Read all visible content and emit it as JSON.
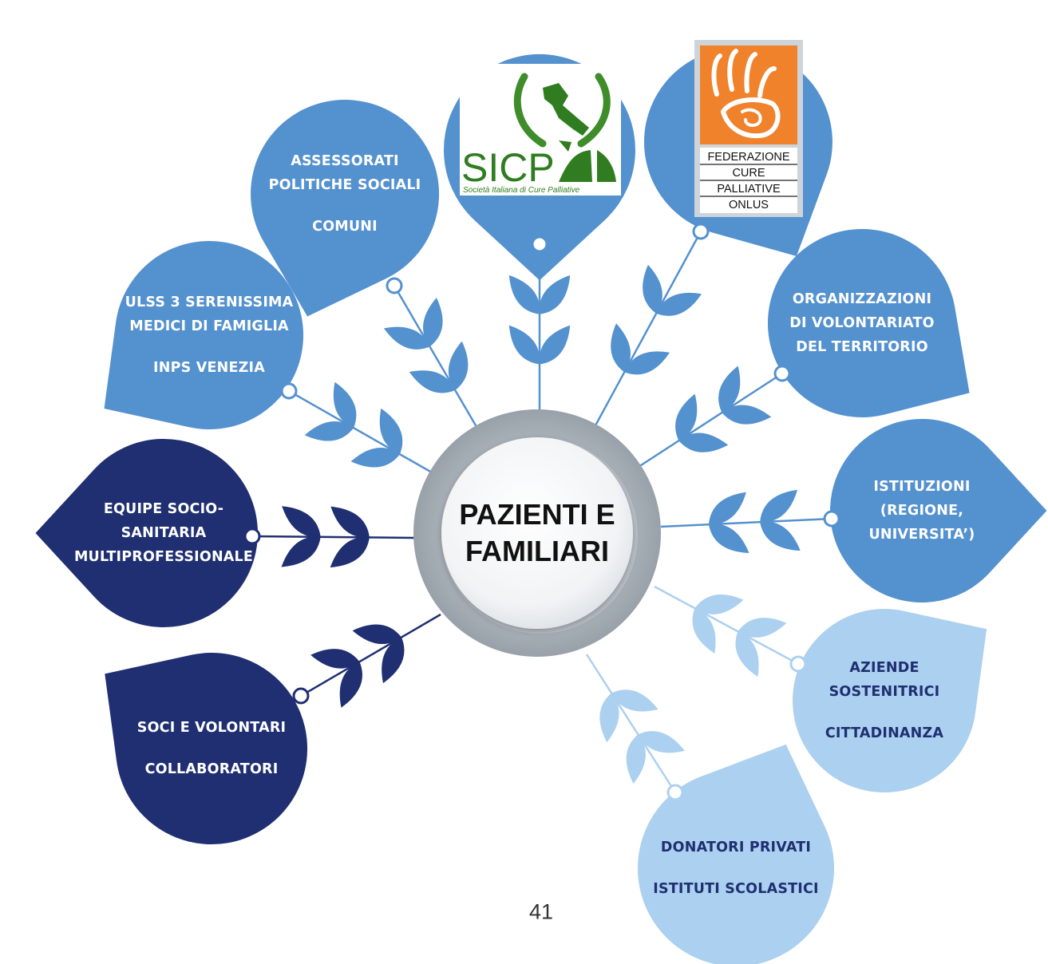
{
  "center": {
    "line1": "PAZIENTI E",
    "line2": "FAMILIARI"
  },
  "page_number": "41",
  "colors": {
    "mid": "#5491cf",
    "dark": "#1f2f71",
    "light": "#acd0ef",
    "center_ring": "#a9b1b8"
  },
  "nodes": [
    {
      "id": "equipe",
      "color": "dark",
      "lines": [
        "EQUIPE SOCIO-",
        "SANITARIA",
        "MULTIPROFESSIONALE"
      ]
    },
    {
      "id": "ulss",
      "color": "mid",
      "lines": [
        "ULSS 3 SERENISSIMA",
        "MEDICI DI FAMIGLIA",
        "",
        "INPS VENEZIA"
      ]
    },
    {
      "id": "assessorati",
      "color": "mid",
      "lines": [
        "ASSESSORATI",
        "POLITICHE SOCIALI",
        "",
        "COMUNI"
      ]
    },
    {
      "id": "sicp",
      "color": "mid",
      "logo": {
        "text": "SICP",
        "caption": "Società Italiana di Cure Palliative"
      }
    },
    {
      "id": "federazione",
      "color": "mid",
      "logo": {
        "lines": [
          "FEDERAZIONE",
          "CURE",
          "PALLIATIVE",
          "ONLUS"
        ]
      }
    },
    {
      "id": "organizzazioni",
      "color": "mid",
      "lines": [
        "ORGANIZZAZIONI",
        "DI VOLONTARIATO",
        "DEL TERRITORIO"
      ]
    },
    {
      "id": "istituzioni",
      "color": "mid",
      "lines": [
        "ISTITUZIONI",
        "(REGIONE,",
        "UNIVERSITA’)"
      ]
    },
    {
      "id": "aziende",
      "color": "light",
      "lines": [
        "AZIENDE",
        "SOSTENITRICI",
        "",
        "CITTADINANZA"
      ]
    },
    {
      "id": "donatori",
      "color": "light",
      "lines": [
        "DONATORI PRIVATI",
        "",
        "ISTITUTI SCOLASTICI"
      ]
    },
    {
      "id": "soci",
      "color": "dark",
      "lines": [
        "SOCI E VOLONTARI",
        "",
        "COLLABORATORI"
      ]
    }
  ]
}
